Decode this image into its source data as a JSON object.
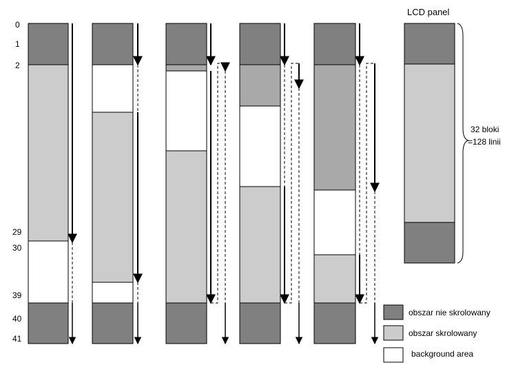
{
  "title": "LCD panel",
  "row_labels": [
    "0",
    "1",
    "2",
    "29",
    "30",
    "39",
    "40",
    "41"
  ],
  "panel_annotation": [
    "32 bloki",
    "=128 linii"
  ],
  "colors": {
    "non_scrolled": "#808080",
    "scrolled": "#cccccc",
    "scrolled_dark": "#a9a9a9",
    "background": "#ffffff",
    "outline": "#000000"
  },
  "legend": [
    {
      "label": "obszar nie skrolowany",
      "color": "#808080"
    },
    {
      "label": "obszar skrolowany",
      "color": "#cccccc"
    },
    {
      "label": "background area",
      "color": "#ffffff"
    }
  ]
}
